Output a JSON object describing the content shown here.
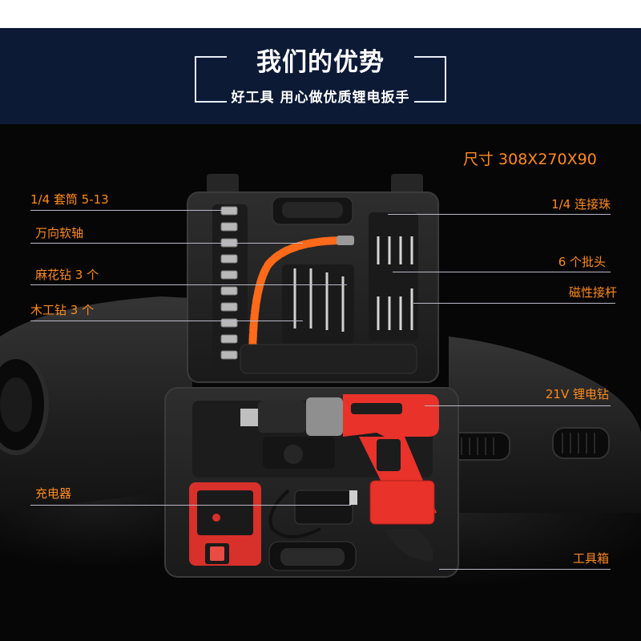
{
  "header": {
    "title": "我们的优势",
    "subtitle": "好工具 用心做优质锂电扳手"
  },
  "dimensions_label": "尺寸 308X270X90",
  "callouts": {
    "left": [
      "1/4 套筒 5-13",
      "万向软轴",
      "麻花钻 3 个",
      "木工钻 3 个",
      "充电器"
    ],
    "right": [
      "1/4 连接珠",
      "6 个批头",
      "磁性接杆",
      "21V 锂电钻",
      "工具箱"
    ]
  },
  "colors": {
    "header_bg": "#0c1a36",
    "accent_orange": "#ff8a1a",
    "drill_red": "#e8322a",
    "background": "#050505"
  }
}
